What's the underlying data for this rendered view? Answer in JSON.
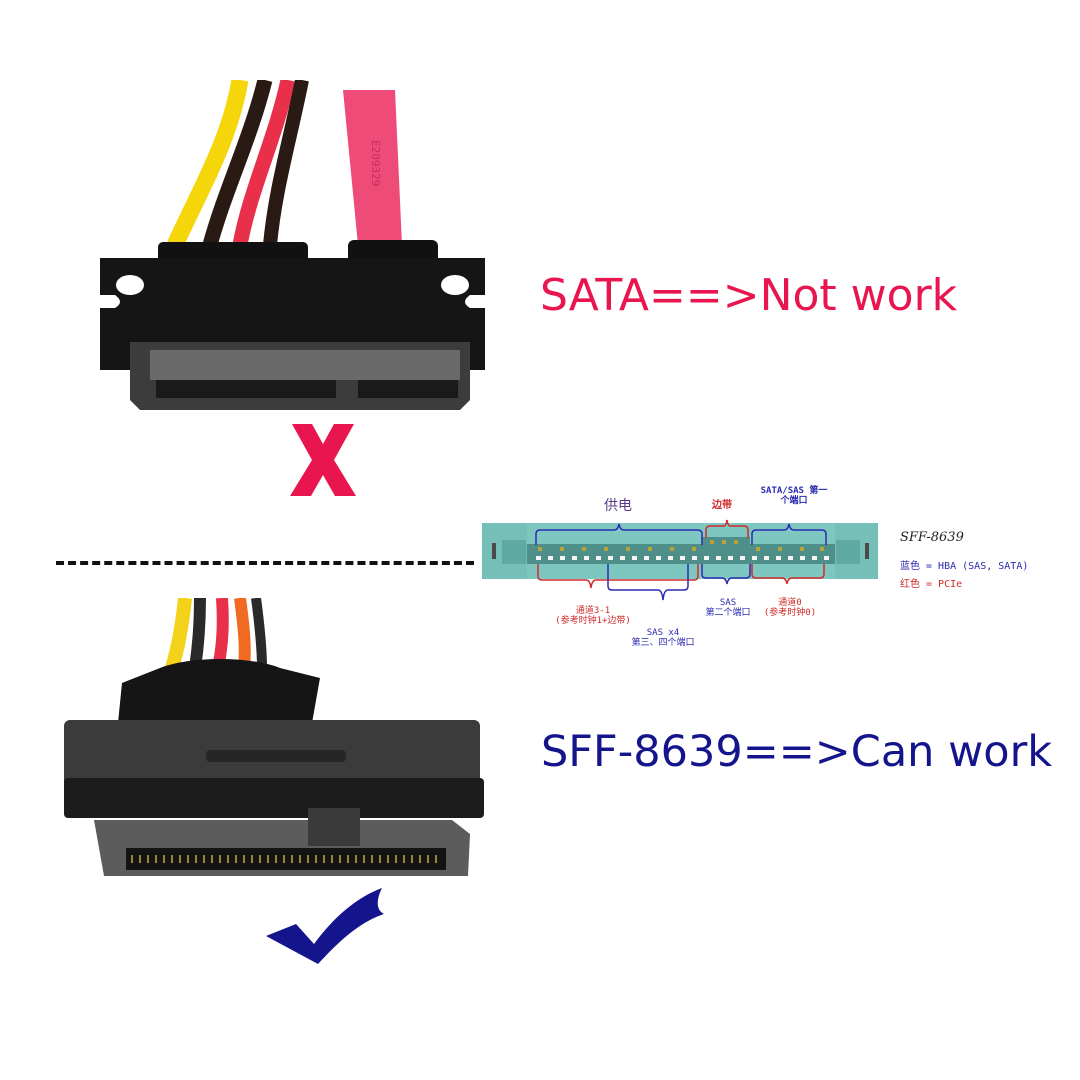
{
  "top": {
    "label": "SATA==>Not work",
    "status_icon": "x-icon",
    "color": "#e8154e",
    "connector": "sata-connector-photo"
  },
  "bottom": {
    "label": "SFF-8639==>Can work",
    "status_icon": "check-icon",
    "color": "#14148c",
    "connector": "sff-8639-connector-photo"
  },
  "diagram": {
    "title": "SFF-8639",
    "top_labels": {
      "power": "供电",
      "sideband": "边带",
      "sata_sas_port1_line1": "SATA/SAS 第一",
      "sata_sas_port1_line2": "个端口"
    },
    "bottom_labels": {
      "lane31_line1": "通道3-1",
      "lane31_line2": "(参考时钟1+边带)",
      "sas_x4_line1": "SAS x4",
      "sas_x4_line2": "第三、四个端口",
      "sas2_line1": "SAS",
      "sas2_line2": "第二个端口",
      "lane0_line1": "通道0",
      "lane0_line2": "(参考时钟0)"
    },
    "legend": {
      "blue": "蓝色 = HBA (SAS, SATA)",
      "red": "红色 = PCIe"
    },
    "colors": {
      "body": "#7cc6c0",
      "blue": "#2a2ab0",
      "red": "#d02a2a"
    }
  }
}
